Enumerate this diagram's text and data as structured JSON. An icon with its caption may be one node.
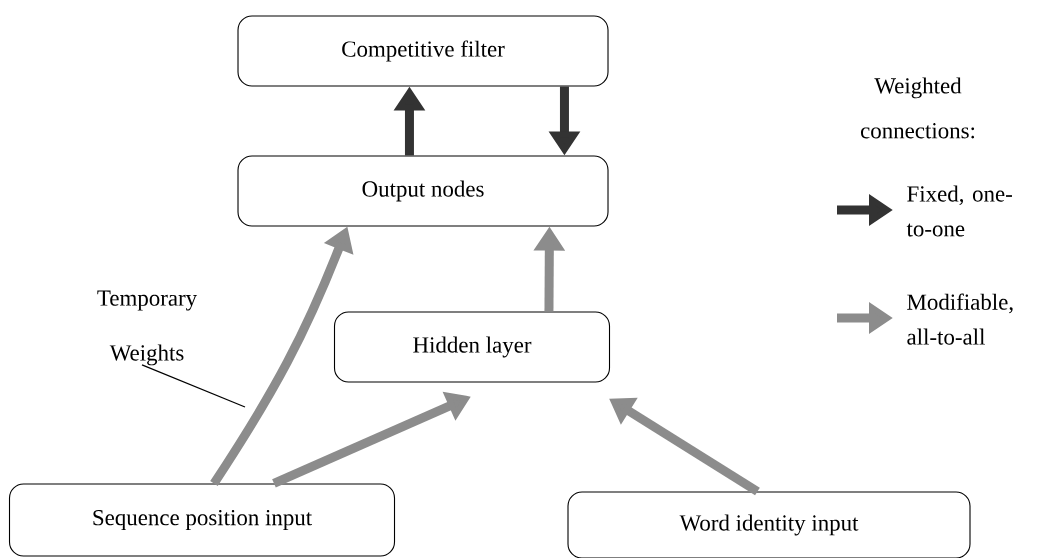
{
  "diagram": {
    "nodes": [
      {
        "text": [
          "Competitive filter"
        ]
      },
      {
        "text": [
          "Output nodes"
        ]
      },
      {
        "text": [
          "Hidden layer"
        ]
      },
      {
        "text": [
          "Sequence position input"
        ]
      },
      {
        "text": [
          "Word identity input"
        ]
      },
      {
        "text": [
          "Temporary Weights"
        ]
      }
    ],
    "edges": [
      {
        "from": 1,
        "to": 0,
        "arrow": "to",
        "color": "#333333"
      },
      {
        "from": 0,
        "to": 1,
        "arrow": "to",
        "color": "#333333"
      },
      {
        "from": 3,
        "to": 1,
        "arrow": "to"
      },
      {
        "from": 2,
        "to": 1,
        "arrow": "to"
      },
      {
        "from": 3,
        "to": 2,
        "arrow": "to"
      },
      {
        "from": 4,
        "to": 2,
        "arrow": "to"
      },
      {
        "from": 5,
        "to": null,
        "arrow": "none",
        "color": "#000000"
      }
    ],
    "labels": [
      "Weighted connections:"
    ],
    "legend": [
      {
        "text": "Fixed, one-to-one"
      },
      {
        "text": "Modifiable, all-to-all"
      }
    ]
  }
}
